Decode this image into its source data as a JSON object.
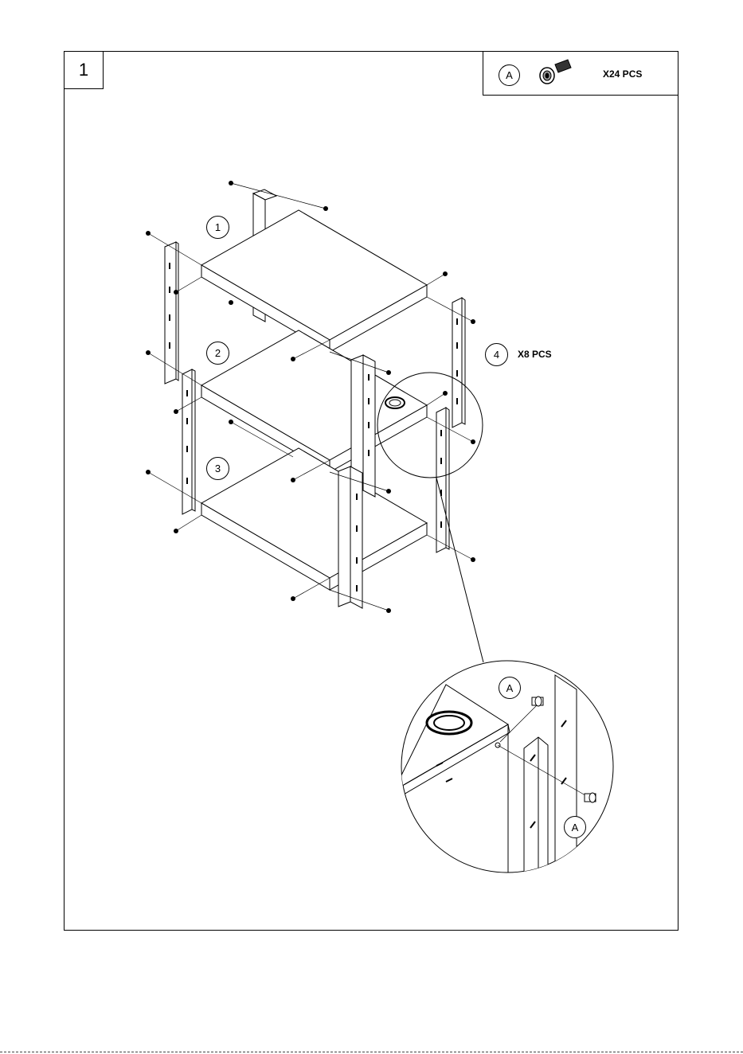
{
  "step_number": "1",
  "hardware": {
    "letter": "A",
    "quantity": "X24 PCS",
    "icon": "bolt-icon"
  },
  "parts": [
    {
      "label": "1"
    },
    {
      "label": "2"
    },
    {
      "label": "3"
    },
    {
      "label": "4",
      "quantity": "X8 PCS"
    }
  ],
  "detail": {
    "callout_top": "A",
    "callout_bottom": "A"
  },
  "colors": {
    "line": "#000000",
    "paper": "#ffffff"
  }
}
